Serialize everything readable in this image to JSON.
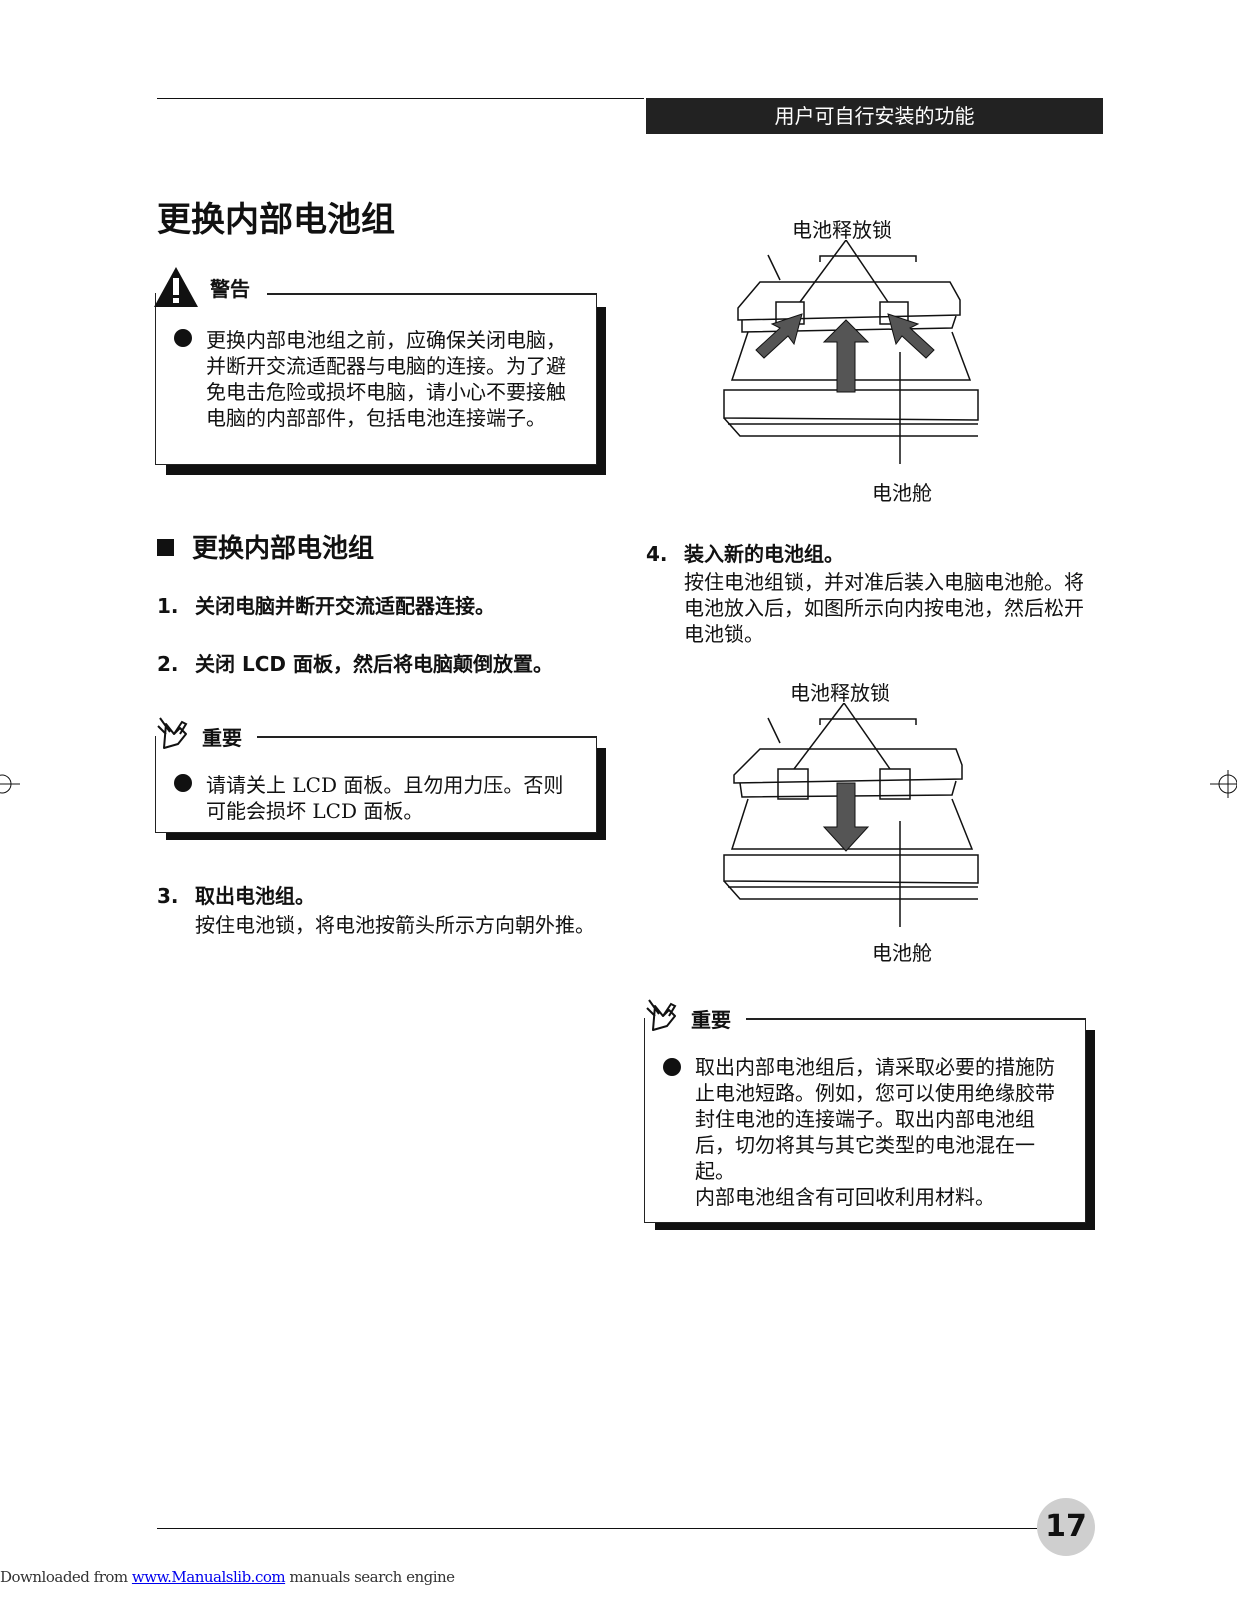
{
  "header": {
    "section_title": "用户可自行安装的功能"
  },
  "page_title": "更换内部电池组",
  "warning": {
    "label": "警告",
    "text": "更换内部电池组之前，应确保关闭电脑，并断开交流适配器与电脑的连接。为了避免电击危险或损坏电脑，请小心不要接触电脑的内部部件，包括电池连接端子。"
  },
  "section": {
    "heading": "更换内部电池组"
  },
  "steps": [
    {
      "num": "1.",
      "title": "关闭电脑并断开交流适配器连接。"
    },
    {
      "num": "2.",
      "title": "关闭 LCD 面板，然后将电脑颠倒放置。"
    },
    {
      "num": "3.",
      "title": "取出电池组。",
      "body": "按住电池锁，将电池按箭头所示方向朝外推。"
    },
    {
      "num": "4.",
      "title": "装入新的电池组。",
      "body": "按住电池组锁，并对准后装入电脑电池舱。将电池放入后，如图所示向内按电池，然后松开电池锁。"
    }
  ],
  "important_1": {
    "label": "重要",
    "text": "请请关上 LCD 面板。且勿用力压。否则可能会损坏 LCD 面板。"
  },
  "important_2": {
    "label": "重要",
    "text": "取出内部电池组后，请采取必要的措施防止电池短路。例如，您可以使用绝缘胶带封住电池的连接端子。取出内部电池组后，切勿将其与其它类型的电池混在一起。",
    "text2": "内部电池组含有可回收利用材料。"
  },
  "figure_1": {
    "latch_label": "电池释放锁",
    "bay_label": "电池舱"
  },
  "figure_2": {
    "latch_label": "电池释放锁",
    "bay_label": "电池舱"
  },
  "page_number": "17",
  "footer": {
    "prefix": "Downloaded from ",
    "link": "www.Manualslib.com",
    "suffix": " manuals search engine"
  }
}
